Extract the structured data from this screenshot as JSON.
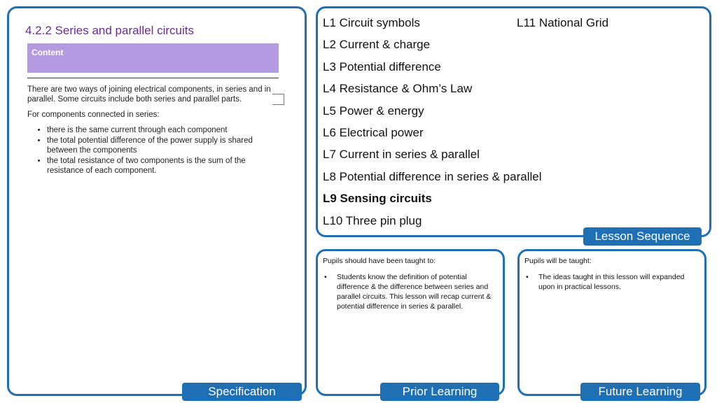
{
  "specification": {
    "title": "4.2.2 Series and parallel circuits",
    "content_label": "Content",
    "intro": "There are two ways of joining electrical components, in series and in parallel. Some circuits include both series and parallel parts.",
    "series_heading": "For components connected in series:",
    "bullets": [
      "there is the same current through each component",
      "the total potential difference of the power supply is shared between the components",
      "the total resistance of two components is the sum of the resistance of each component."
    ],
    "tag": "Specification"
  },
  "lesson_sequence": {
    "items": [
      "L1 Circuit symbols",
      "L2 Current & charge",
      "L3 Potential difference",
      "L4 Resistance & Ohm’s Law",
      "L5 Power & energy",
      "L6 Electrical power",
      "L7 Current in series & parallel",
      "L8 Potential difference in series & parallel",
      "L9 Sensing circuits",
      "L10 Three pin plug"
    ],
    "extra_item": "L11 National Grid",
    "current_lesson_index": 8,
    "tag": "Lesson Sequence"
  },
  "prior_learning": {
    "heading": "Pupils should have been taught to:",
    "bullets": [
      "Students know the definition of potential difference & the difference between series and parallel circuits. This lesson will recap current & potential difference in series & parallel."
    ],
    "tag": "Prior Learning"
  },
  "future_learning": {
    "heading": "Pupils will be taught:",
    "bullets": [
      "The ideas taught in this lesson will expanded upon in practical lessons."
    ],
    "tag": "Future Learning"
  },
  "colors": {
    "panel_border": "#1f6fb5",
    "tag_background": "#1f6fb5",
    "spec_title": "#6a2c91",
    "content_bar": "#b49ae0"
  }
}
